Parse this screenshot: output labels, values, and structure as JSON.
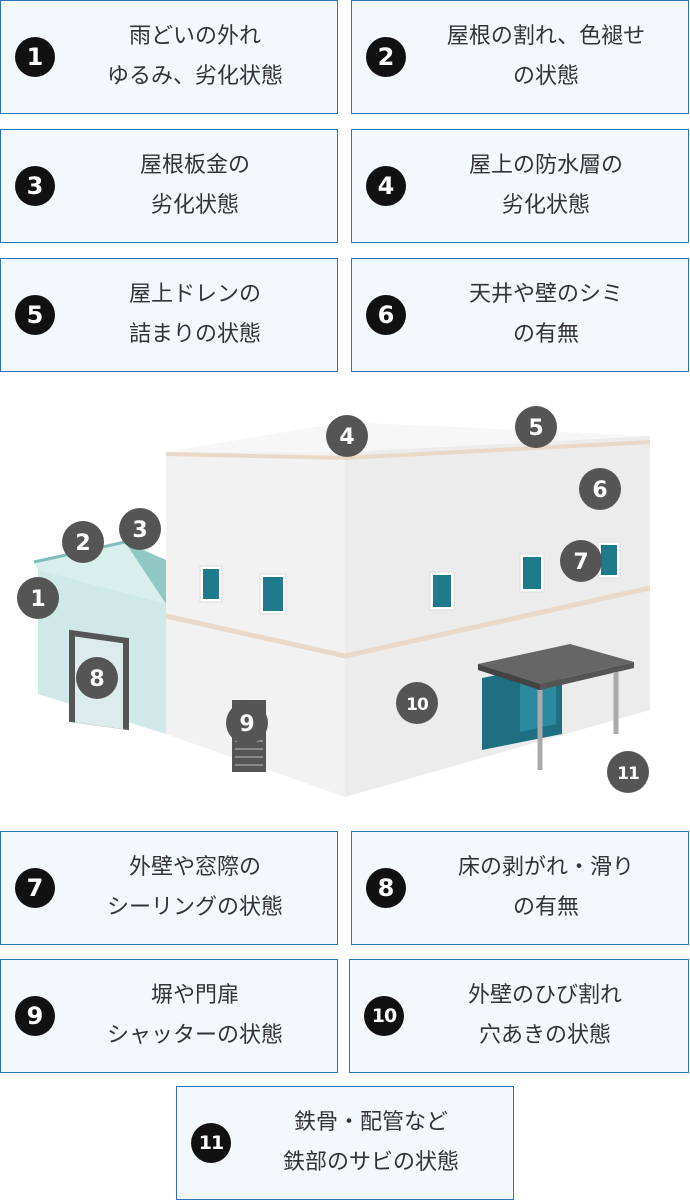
{
  "items": [
    {
      "num": "1",
      "line1": "雨どいの外れ",
      "line2": "ゆるみ、劣化状態"
    },
    {
      "num": "2",
      "line1": "屋根の割れ、色褪せ",
      "line2": "の状態"
    },
    {
      "num": "3",
      "line1": "屋根板金の",
      "line2": "劣化状態"
    },
    {
      "num": "4",
      "line1": "屋上の防水層の",
      "line2": "劣化状態"
    },
    {
      "num": "5",
      "line1": "屋上ドレンの",
      "line2": "詰まりの状態"
    },
    {
      "num": "6",
      "line1": "天井や壁のシミ",
      "line2": "の有無"
    },
    {
      "num": "7",
      "line1": "外壁や窓際の",
      "line2": "シーリングの状態"
    },
    {
      "num": "8",
      "line1": "床の剥がれ・滑り",
      "line2": "の有無"
    },
    {
      "num": "9",
      "line1": "塀や門扉",
      "line2": "シャッターの状態"
    },
    {
      "num": "10",
      "line1": "外壁のひび割れ",
      "line2": "穴あきの状態"
    },
    {
      "num": "11",
      "line1": "鉄骨・配管など",
      "line2": "鉄部のサビの状態"
    }
  ],
  "markers": [
    "1",
    "2",
    "3",
    "4",
    "5",
    "6",
    "7",
    "8",
    "9",
    "10",
    "11"
  ],
  "colors": {
    "card_border": "#2e73b8",
    "card_bg": "#f3f8fd",
    "number_badge": "#111111",
    "marker": "#555555",
    "window": "#1f7a8c"
  }
}
